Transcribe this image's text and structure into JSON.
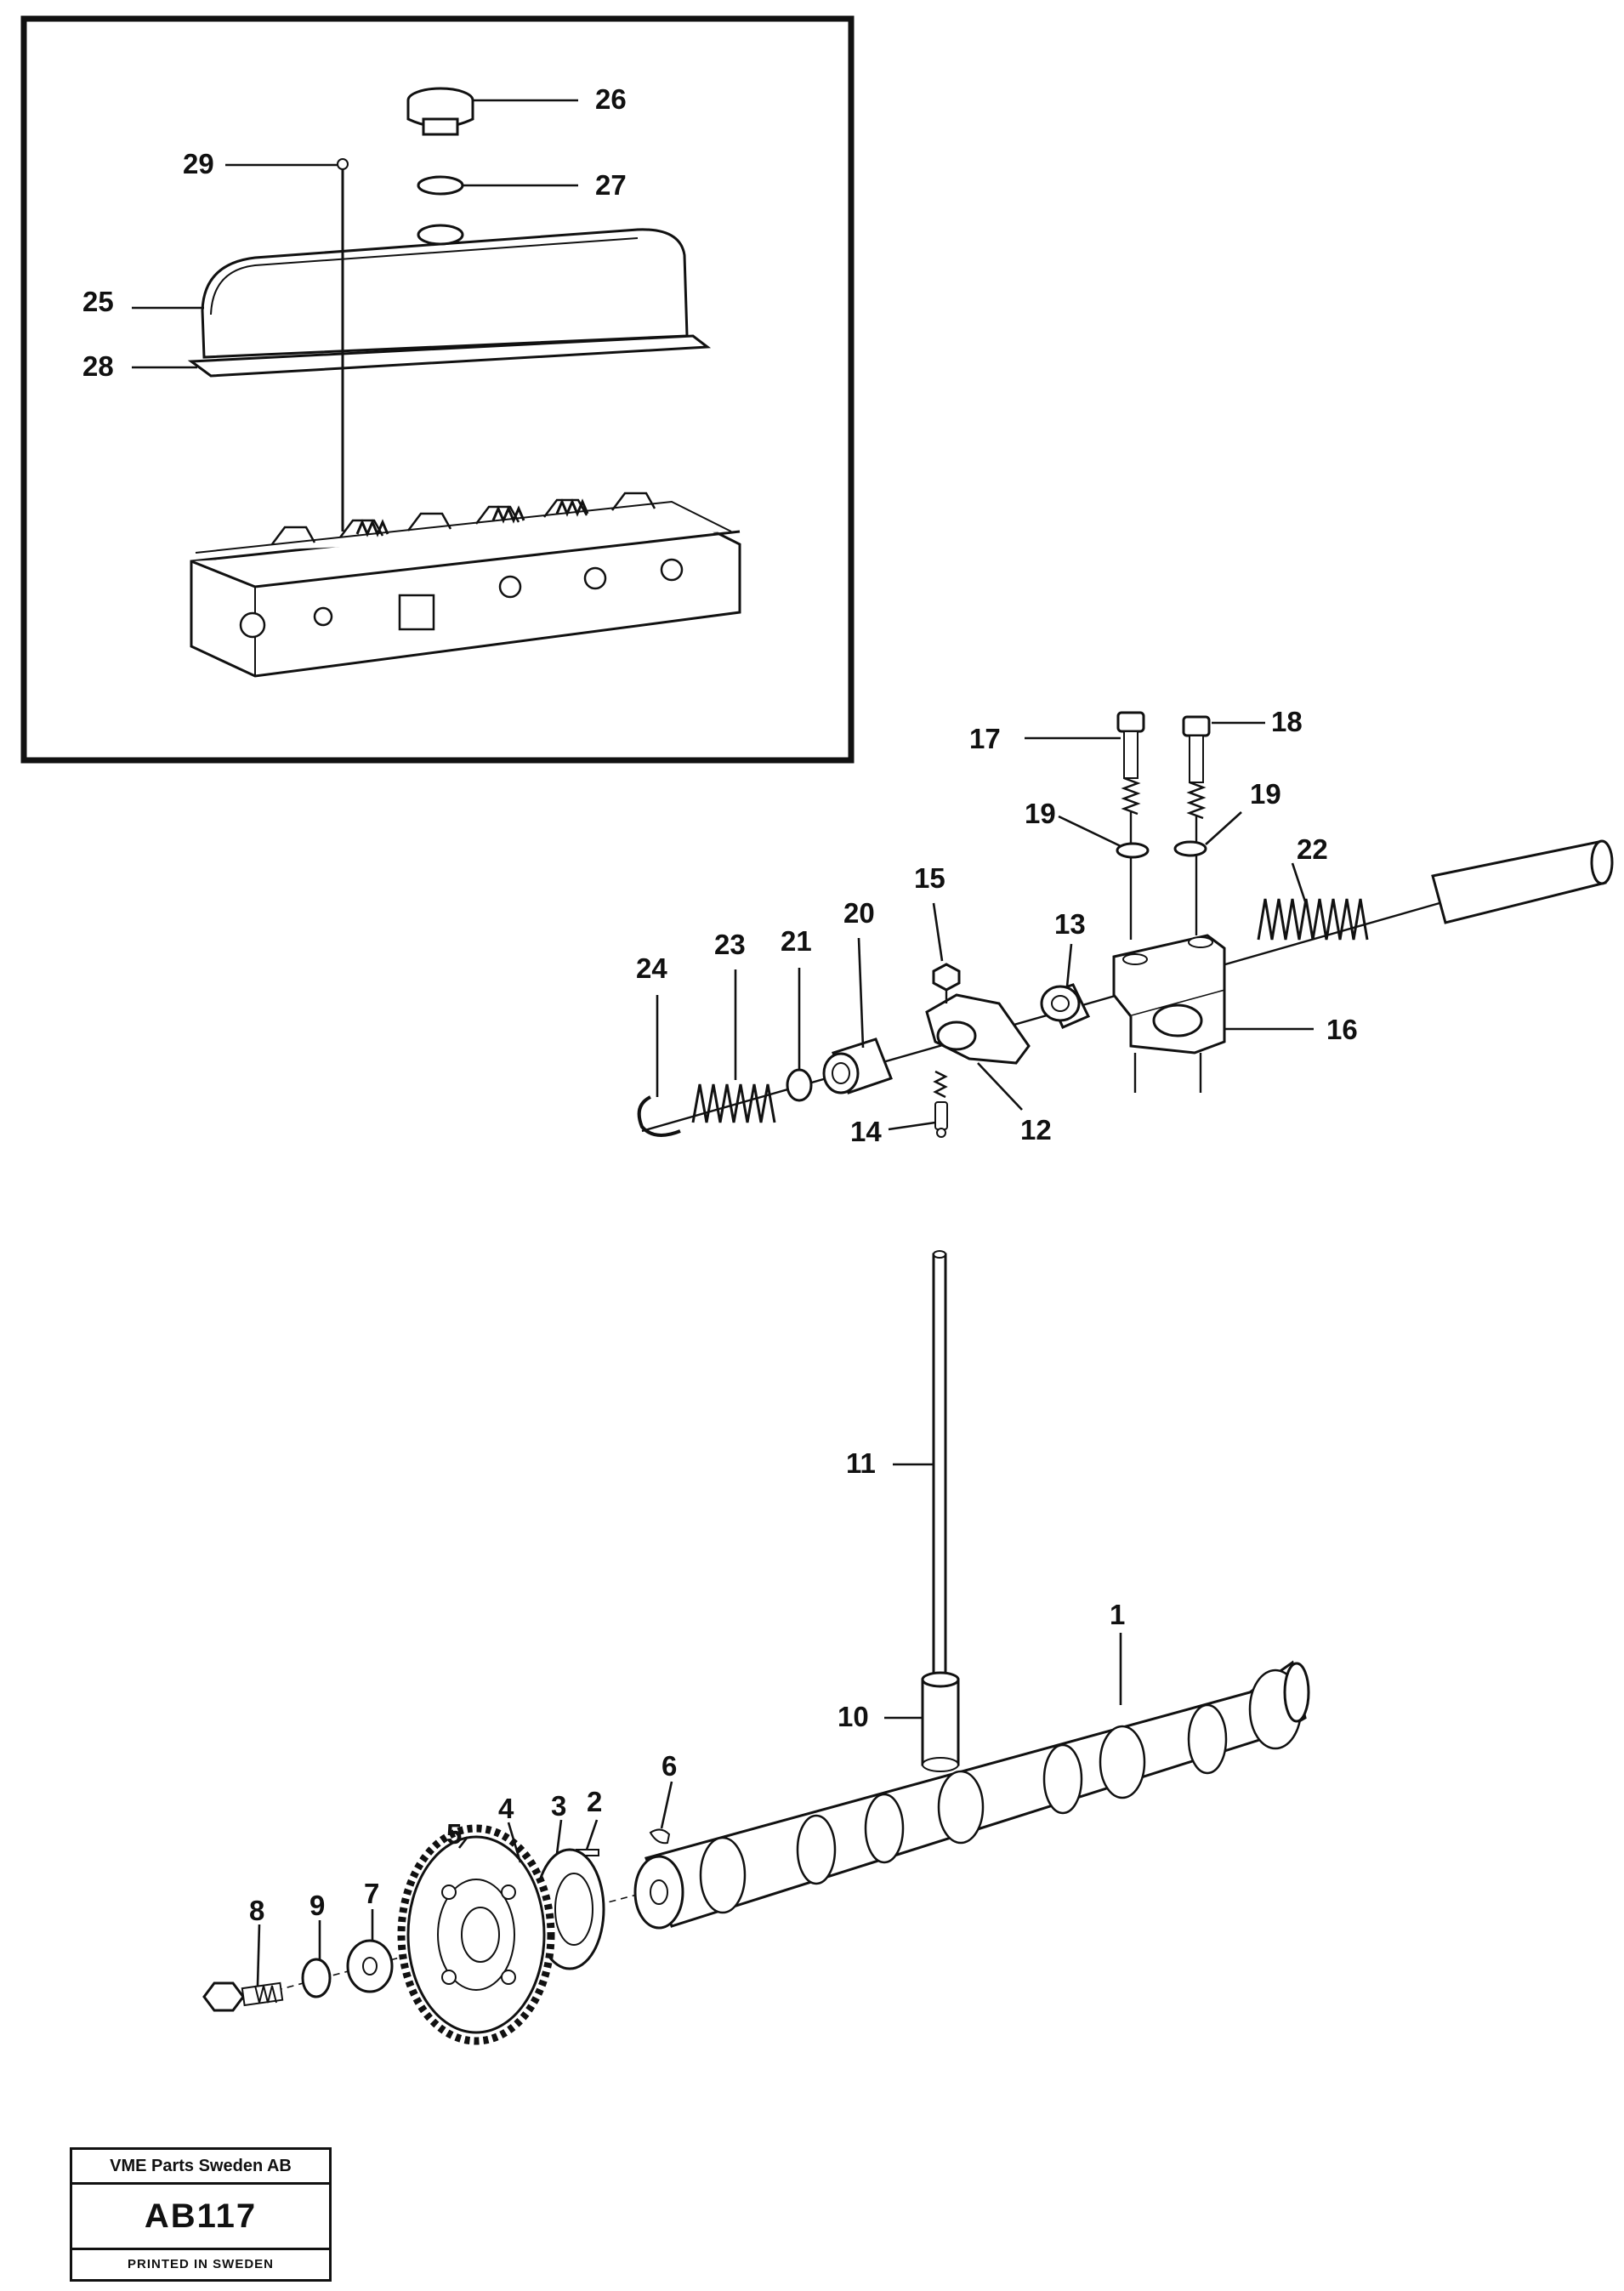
{
  "callouts": {
    "c1": "1",
    "c2": "2",
    "c3": "3",
    "c4": "4",
    "c5": "5",
    "c6": "6",
    "c7": "7",
    "c8": "8",
    "c9": "9",
    "c10": "10",
    "c11": "11",
    "c12": "12",
    "c13": "13",
    "c14": "14",
    "c15": "15",
    "c16": "16",
    "c17": "17",
    "c18": "18",
    "c19a": "19",
    "c19b": "19",
    "c20": "20",
    "c21": "21",
    "c22": "22",
    "c23": "23",
    "c24": "24",
    "c25": "25",
    "c26": "26",
    "c27": "27",
    "c28": "28",
    "c29": "29"
  },
  "stamp": {
    "company": "VME Parts Sweden AB",
    "code": "AB117",
    "footer": "PRINTED IN SWEDEN"
  }
}
